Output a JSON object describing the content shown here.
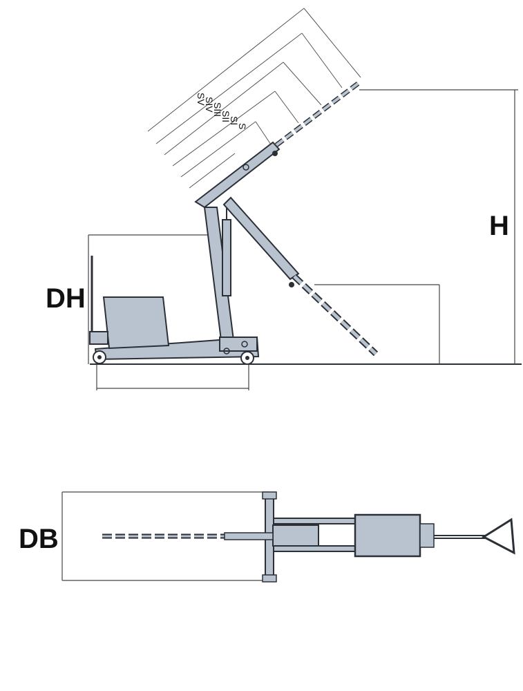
{
  "labels": {
    "height": "H",
    "discharge_height": "DH",
    "discharge_width": "DB"
  },
  "boom_extensions": [
    "S",
    "SI",
    "SII",
    "SIII",
    "SIV",
    "SV"
  ],
  "colors": {
    "body_fill": "#b9c3d0",
    "stroke": "#2b2f36",
    "dim_line": "#444444",
    "label_text": "#111111"
  }
}
